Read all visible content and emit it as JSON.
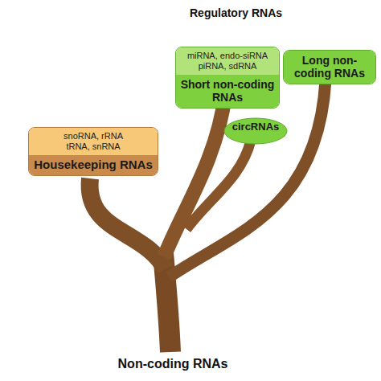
{
  "diagram": {
    "nodes": [
      {
        "text": [
          "snoRNA, rRNA tRNA, snRNA",
          "Housekeeping RNAs"
        ]
      },
      {
        "text": [
          "miRNA, endo-siRNA piRNA, sdRNA",
          "Short non-coding RNAs"
        ]
      },
      {
        "text": [
          "circRNAs"
        ]
      },
      {
        "text": [
          "Long non-coding RNAs"
        ]
      }
    ],
    "labels": [
      "Regulatory RNAs",
      "Non-coding RNAs"
    ]
  }
}
